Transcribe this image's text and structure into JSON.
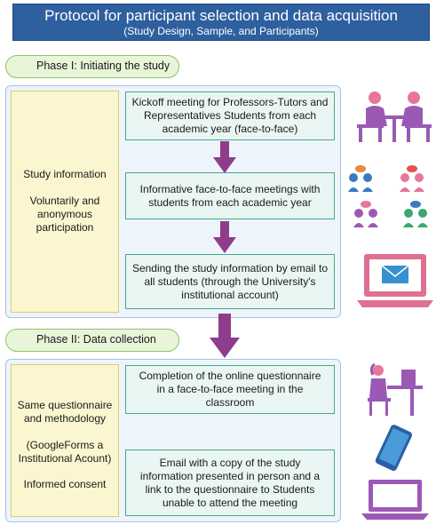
{
  "title": {
    "main": "Protocol for participant selection and data acquisition",
    "sub": "(Study Design, Sample, and Participants)"
  },
  "phase1": {
    "label": "Phase I: Initiating the study",
    "info": [
      "Study information",
      "Voluntarily and anonymous participation"
    ],
    "steps": [
      "Kickoff meeting for Professors-Tutors and Representatives Students  from each academic year (face-to-face)",
      "Informative face-to-face meetings with students from each academic year",
      "Sending the study information by email to all students (through the University's institutional account)"
    ]
  },
  "phase2": {
    "label": "Phase II: Data collection",
    "info": [
      "Same questionnaire and methodology",
      "(GoogleForms a Institutional Acount)",
      "Informed consent"
    ],
    "steps": [
      "Completion of the online questionnaire in a face-to-face meeting in the classroom",
      "Email with a copy of the study information presented in person and a link to the questionnaire to Students unable to attend the meeting"
    ]
  },
  "colors": {
    "title_bg": "#2e5f9f",
    "phase_bg": "#e8f5d8",
    "info_bg": "#fbf6cf",
    "step_border": "#48a88a",
    "arrow": "#8e3d8c",
    "icon_purple": "#9b59b6",
    "icon_pink": "#e8769a"
  },
  "icons": [
    "meeting-people-icon",
    "group-discussion-icon",
    "laptop-email-icon",
    "person-at-computer-icon",
    "tablet-icon",
    "laptop-icon"
  ]
}
